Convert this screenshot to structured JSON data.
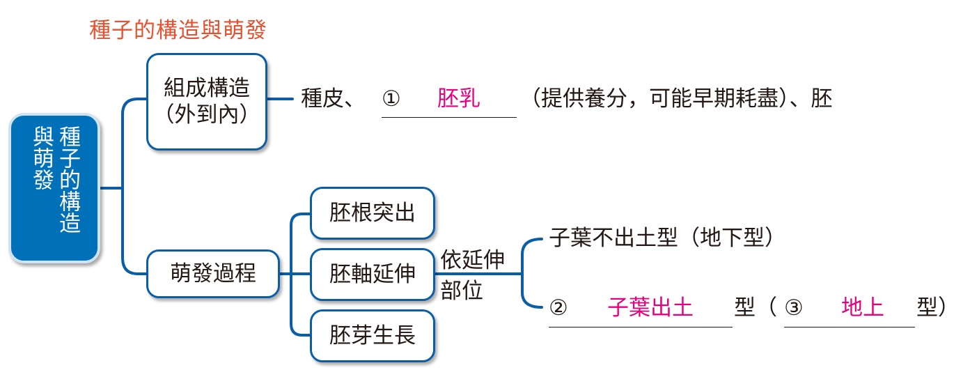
{
  "title": "種子的構造與萌發",
  "root": {
    "col1": "種子的構造",
    "col2": "與萌發"
  },
  "structure": {
    "label_line1": "組成構造",
    "label_line2": "（外到內）",
    "prefix": "種皮、",
    "blank_number": "①",
    "answer": "胚乳",
    "suffix": "（提供養分，可能早期耗盡）、胚"
  },
  "germination": {
    "label": "萌發過程",
    "steps": [
      "胚根突出",
      "胚軸延伸",
      "胚芽生長"
    ],
    "branch_label_line1": "依延伸",
    "branch_label_line2": "部位",
    "type_a": "子葉不出土型（地下型）",
    "type_b": {
      "blank_number": "②",
      "answer": "子葉出土",
      "middle": "型（",
      "blank_number_2": "③",
      "answer_2": "地上",
      "end": "型）"
    }
  },
  "colors": {
    "title": "#e8502e",
    "root_fill": "#0070b8",
    "node_border": "#0a5ea8",
    "answer": "#e4007f",
    "connector": "#0a5ea8"
  }
}
